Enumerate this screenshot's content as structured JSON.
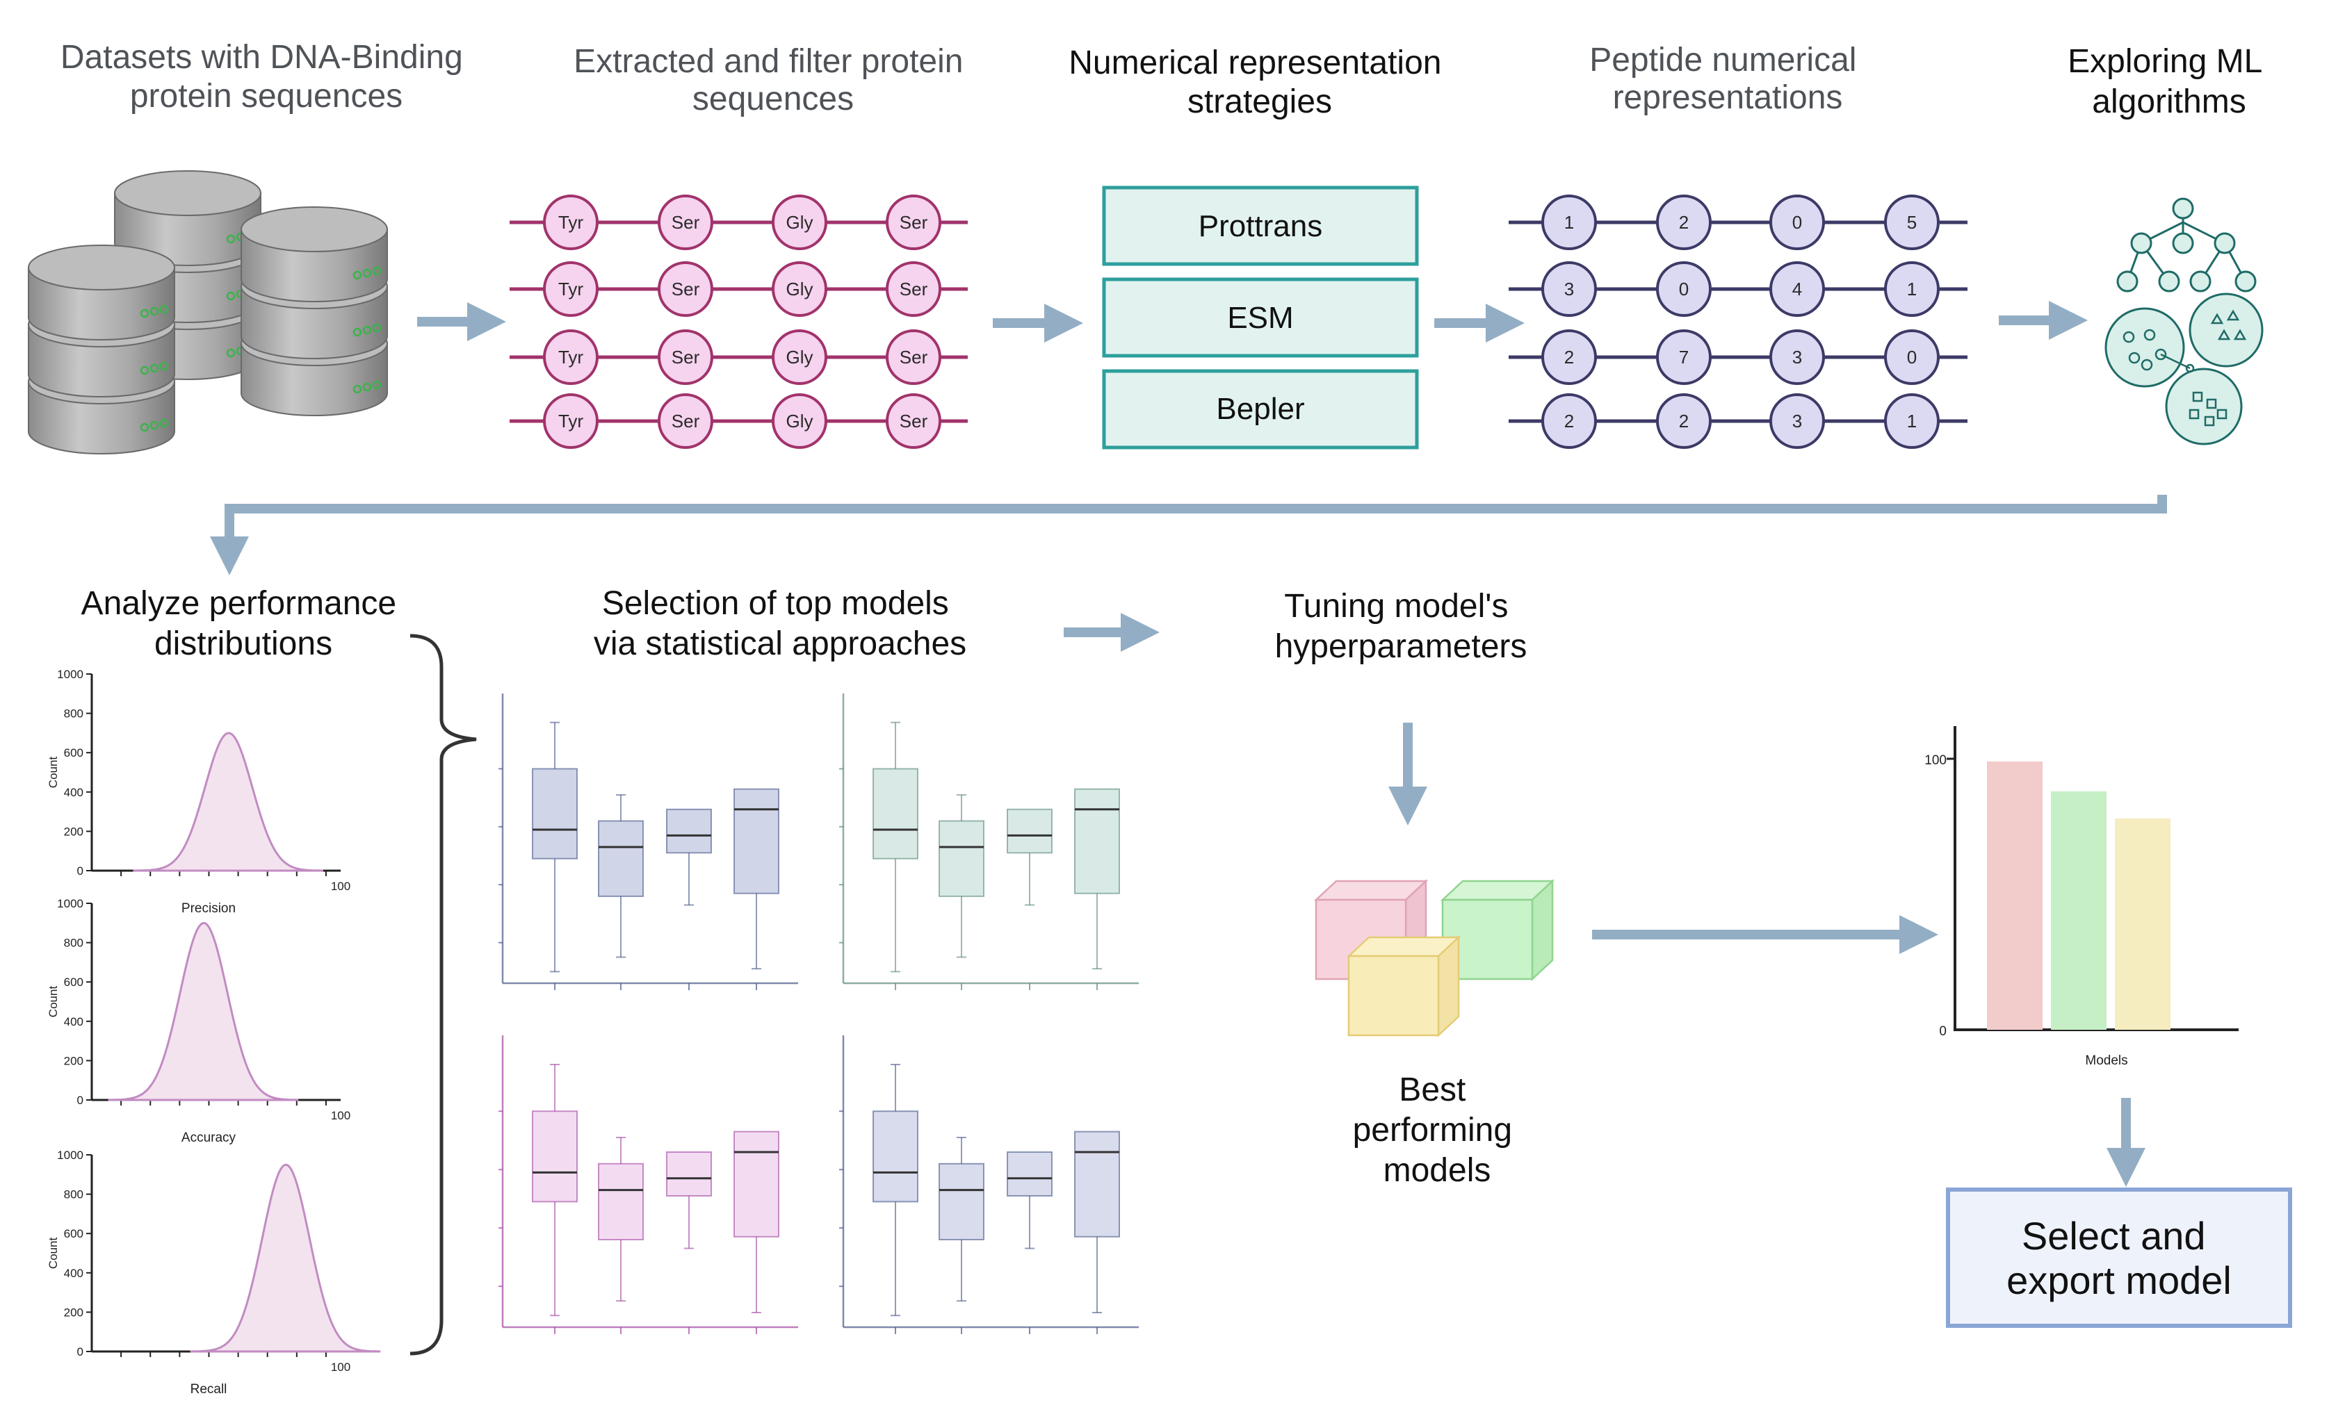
{
  "steps": {
    "datasets": [
      "Datasets with DNA-Binding",
      "protein sequences"
    ],
    "extract": [
      "Extracted and filter protein",
      "sequences"
    ],
    "numrep": [
      "Numerical representation",
      "strategies"
    ],
    "peptide": [
      "Peptide numerical",
      "representations"
    ],
    "explore": [
      "Exploring ML",
      "algorithms"
    ],
    "analyze": [
      "Analyze performance",
      "distributions"
    ],
    "selection": [
      "Selection of top models",
      "via statistical approaches"
    ],
    "tuning": [
      "Tuning model's",
      "hyperparameters"
    ],
    "best": [
      "Best",
      "performing",
      "models"
    ],
    "export": [
      "Select and",
      "export model"
    ]
  },
  "amino_acids": [
    "Tyr",
    "Ser",
    "Gly",
    "Ser"
  ],
  "strategies": [
    "Prottrans",
    "ESM",
    "Bepler"
  ],
  "peptide_rows": [
    [
      "1",
      "2",
      "0",
      "5"
    ],
    [
      "3",
      "0",
      "4",
      "1"
    ],
    [
      "2",
      "7",
      "3",
      "0"
    ],
    [
      "2",
      "2",
      "3",
      "1"
    ]
  ],
  "histograms": [
    {
      "label": "Precision",
      "peak": 700,
      "center": 0.55
    },
    {
      "label": "Accuracy",
      "peak": 900,
      "center": 0.45
    },
    {
      "label": "Recall",
      "peak": 950,
      "center": 0.78
    }
  ],
  "histogram_axis": {
    "ylabel": "Count",
    "yticks": [
      "0",
      "200",
      "400",
      "600",
      "800",
      "1000"
    ],
    "xmax": "100"
  },
  "boxplot_colors": [
    "#d0d5e8",
    "#d9eae6",
    "#f3dcf2",
    "#d9dcec"
  ],
  "bar_chart": {
    "values": [
      99,
      88,
      78
    ],
    "colors": [
      "#f2cbcb",
      "#c6efc6",
      "#f5ecc0"
    ],
    "xlabel": "Models",
    "yticks": [
      "0",
      "100"
    ]
  },
  "colors": {
    "arrow": "#93aec4",
    "aa_node_fill": "#f6d3ee",
    "aa_line": "#a1336b",
    "num_node_fill": "#dcd9f2",
    "num_line": "#3c3a66",
    "strategy_fill": "#e2f3ef",
    "strategy_border": "#2e9f9c",
    "export_fill": "#eef2fb",
    "export_border": "#8aa6d6"
  }
}
